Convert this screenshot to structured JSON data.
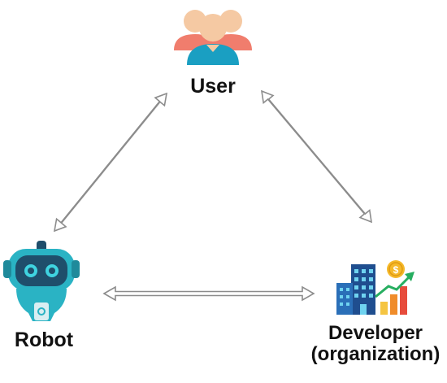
{
  "nodes": {
    "user": {
      "label": "User",
      "icon": "users-group-icon"
    },
    "robot": {
      "label": "Robot",
      "icon": "robot-icon"
    },
    "developer": {
      "label_line1": "Developer",
      "label_line2": "(organization)",
      "icon": "organization-growth-icon"
    }
  },
  "edges": [
    {
      "from": "user",
      "to": "robot",
      "style": "double-headed-hollow-arrow"
    },
    {
      "from": "user",
      "to": "developer",
      "style": "double-headed-hollow-arrow"
    },
    {
      "from": "robot",
      "to": "developer",
      "style": "double-headed-hollow-arrow"
    }
  ],
  "colors": {
    "arrow_stroke": "#8c8c8c",
    "person_skin": "#f5c9a3",
    "person_shirt_front": "#1a9fc2",
    "person_shirt_back": "#f07d6d",
    "robot_body": "#2ab3c4",
    "robot_face": "#1f4e6b",
    "building": "#1f4e8f",
    "chart_bars": [
      "#f5c542",
      "#f08c2a",
      "#e74c3c"
    ],
    "trend_arrow": "#27ae60",
    "coin": "#f5b92a"
  }
}
